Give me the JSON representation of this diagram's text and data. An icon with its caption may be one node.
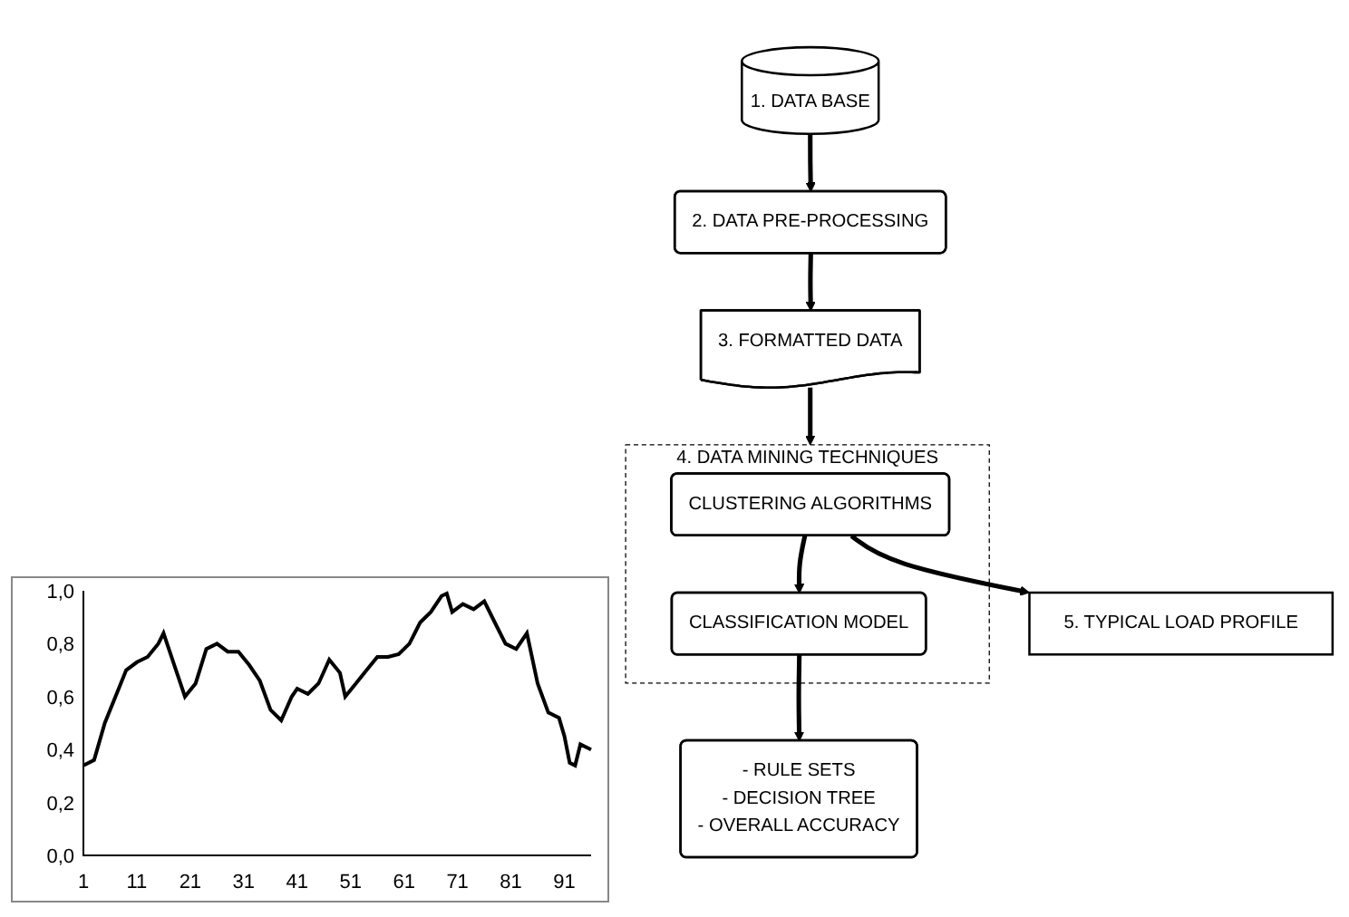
{
  "diagram": {
    "nodes": [
      {
        "text": [
          "1. DATA BASE"
        ]
      },
      {
        "text": [
          "2. DATA PRE-PROCESSING"
        ]
      },
      {
        "text": [
          "3. FORMATTED DATA"
        ]
      },
      {
        "text": [
          "4. DATA MINING TECHNIQUES"
        ]
      },
      {
        "text": [
          "CLUSTERING ALGORITHMS"
        ],
        "in": 3
      },
      {
        "text": [
          "CLASSIFICATION MODEL"
        ],
        "in": 3
      },
      {
        "text": [
          "5. TYPICAL LOAD PROFILE"
        ]
      },
      {
        "text": [
          "- RULE SETS",
          "- DECISION TREE",
          "- OVERALL ACCURACY"
        ]
      }
    ],
    "edges": [
      {
        "from": 0,
        "to": 1,
        "arrow": "to"
      },
      {
        "from": 1,
        "to": 2,
        "arrow": "to"
      },
      {
        "from": 2,
        "to": 3,
        "arrow": "to"
      },
      {
        "from": 4,
        "to": 5,
        "arrow": "to"
      },
      {
        "from": 4,
        "to": 6,
        "arrow": "to"
      },
      {
        "from": 5,
        "to": 7,
        "arrow": "to"
      }
    ],
    "chart_data": {
      "type": "line",
      "x": [
        1,
        3,
        5,
        7,
        9,
        11,
        13,
        15,
        16,
        18,
        20,
        22,
        24,
        26,
        28,
        30,
        32,
        34,
        36,
        38,
        40,
        41,
        43,
        45,
        47,
        49,
        50,
        52,
        54,
        56,
        58,
        60,
        62,
        64,
        66,
        68,
        69,
        70,
        72,
        74,
        76,
        78,
        80,
        82,
        84,
        86,
        88,
        90,
        91,
        92,
        93,
        94,
        96
      ],
      "series": [
        {
          "color": "#000000",
          "values": [
            0.34,
            0.36,
            0.5,
            0.6,
            0.7,
            0.73,
            0.75,
            0.8,
            0.84,
            0.72,
            0.6,
            0.65,
            0.78,
            0.8,
            0.77,
            0.77,
            0.72,
            0.66,
            0.55,
            0.51,
            0.6,
            0.63,
            0.61,
            0.65,
            0.74,
            0.69,
            0.6,
            0.65,
            0.7,
            0.75,
            0.75,
            0.76,
            0.8,
            0.88,
            0.92,
            0.98,
            0.99,
            0.92,
            0.95,
            0.93,
            0.96,
            0.88,
            0.8,
            0.78,
            0.84,
            0.65,
            0.54,
            0.52,
            0.45,
            0.35,
            0.34,
            0.42,
            0.4
          ]
        }
      ],
      "xlim": [
        1,
        96
      ],
      "ylim": [
        0,
        1
      ],
      "xticks": [
        1,
        11,
        21,
        31,
        41,
        51,
        61,
        71,
        81,
        91
      ],
      "yticks": [
        {
          "value": 0,
          "label": "0,0"
        },
        {
          "value": 0.2,
          "label": "0,2"
        },
        {
          "value": 0.4,
          "label": "0,4"
        },
        {
          "value": 0.6,
          "label": "0,6"
        },
        {
          "value": 0.8,
          "label": "0,8"
        },
        {
          "value": 1,
          "label": "1,0"
        }
      ]
    }
  }
}
